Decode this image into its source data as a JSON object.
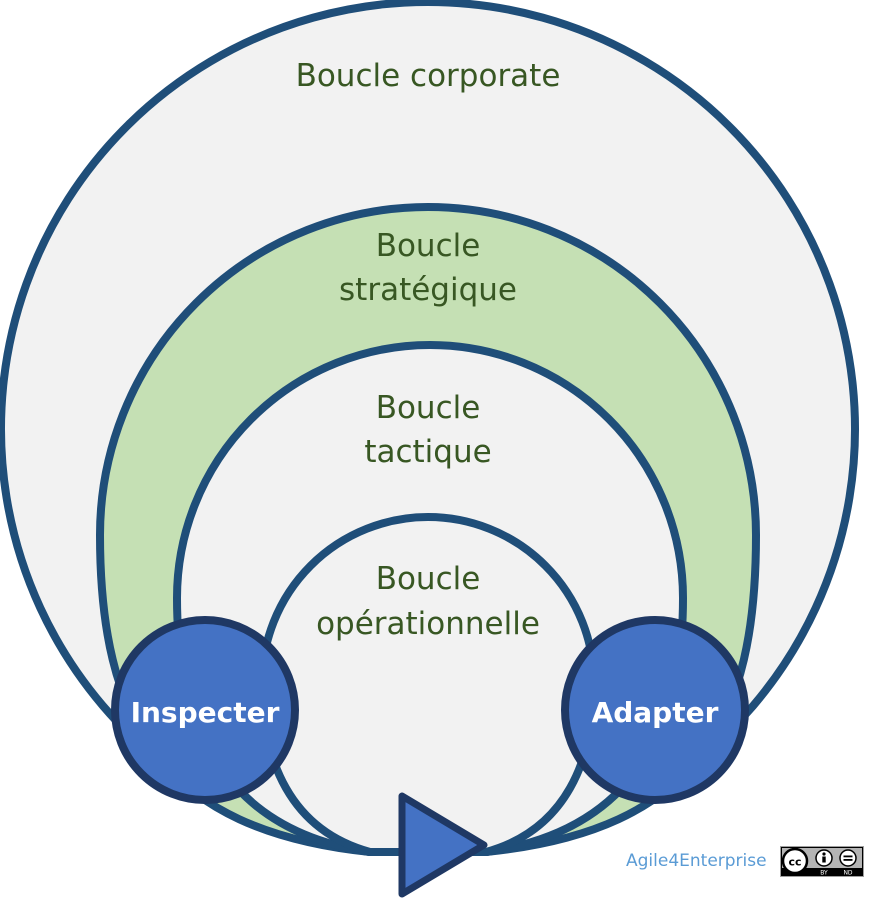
{
  "loops": {
    "corporate": "Boucle corporate",
    "strategic_line1": "Boucle",
    "strategic_line2": "stratégique",
    "tactical_line1": "Boucle",
    "tactical_line2": "tactique",
    "operational_line1": "Boucle",
    "operational_line2": "opérationnelle"
  },
  "nodes": {
    "inspect": "Inspecter",
    "adapt": "Adapter"
  },
  "credit": "Agile4Enterprise",
  "license": {
    "icon": "cc-by-nd-icon",
    "by": "BY",
    "nd": "ND"
  },
  "colors": {
    "outline": "#1f4e79",
    "outer_fill": "#f2f2f2",
    "strategic_fill": "#c5e0b4",
    "node_fill": "#4472c4",
    "label_text": "#385723",
    "credit_text": "#5a9bd5"
  }
}
